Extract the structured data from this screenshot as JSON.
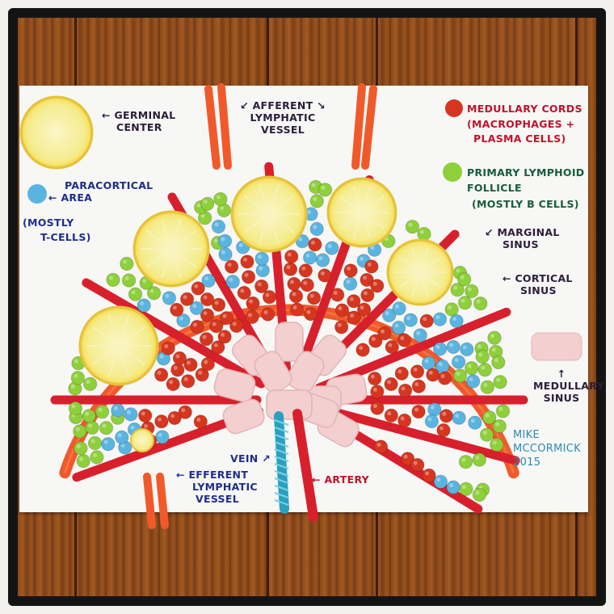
{
  "title": "Lymph node candy model",
  "labels": {
    "germinal_center": [
      "Germinal",
      "Center"
    ],
    "afferent_lymphatic_vessel": [
      "Afferent",
      "Lymphatic",
      "Vessel"
    ],
    "medullary_cords": [
      "Medullary Cords",
      "(Macrophages +",
      "Plasma Cells)"
    ],
    "primary_lymphoid_follicle": [
      "Primary Lymphoid",
      "Follicle",
      "(Mostly B cells)"
    ],
    "marginal_sinus": [
      "Marginal",
      "Sinus"
    ],
    "cortical_sinus": [
      "Cortical",
      "Sinus"
    ],
    "paracortical_area": [
      "Paracortical",
      "Area"
    ],
    "mostly_t_cells": [
      "(Mostly",
      "T-cells)"
    ],
    "medullary_sinus": [
      "Medullary",
      "Sinus"
    ],
    "vein": "Vein",
    "efferent_lymphatic_vessel": [
      "Efferent",
      "Lymphatic",
      "Vessel"
    ],
    "artery": "Artery",
    "signature": [
      "Mike",
      "McCormick",
      "2015"
    ]
  },
  "colors": {
    "red_candy": "#d6361f",
    "green_candy": "#8ed03a",
    "blue_candy": "#5ab4e0",
    "pink_medullary": "#f4cfcf",
    "lemon": "#f6ef8a",
    "licorice_red": "#d8202c",
    "licorice_orange": "#f05a2a",
    "vein_blue": "#2aa0c0"
  }
}
